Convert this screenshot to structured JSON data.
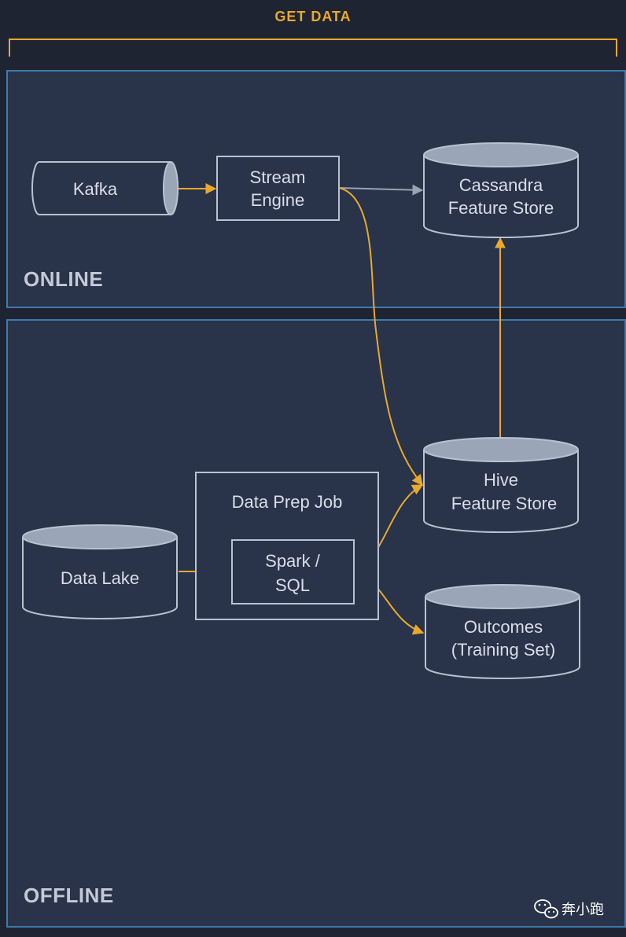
{
  "header": {
    "title": "GET DATA"
  },
  "sections": {
    "online": {
      "label": "ONLINE"
    },
    "offline": {
      "label": "OFFLINE"
    }
  },
  "nodes": {
    "kafka": {
      "label": "Kafka"
    },
    "stream_engine": {
      "line1": "Stream",
      "line2": "Engine"
    },
    "cassandra": {
      "line1": "Cassandra",
      "line2": "Feature Store"
    },
    "data_prep_job": {
      "label": "Data Prep Job"
    },
    "spark_sql": {
      "line1": "Spark /",
      "line2": "SQL"
    },
    "data_lake": {
      "label": "Data Lake"
    },
    "hive": {
      "line1": "Hive",
      "line2": "Feature Store"
    },
    "outcomes": {
      "line1": "Outcomes",
      "line2": "(Training Set)"
    }
  },
  "watermark": {
    "text": "奔小跑"
  },
  "colors": {
    "background": "#1f2433",
    "panel": "#293349",
    "panel_border": "#3f79ad",
    "node_stroke": "#b9c2d1",
    "arrow_orange": "#e8a92c",
    "arrow_gray": "#9aa3b2"
  }
}
